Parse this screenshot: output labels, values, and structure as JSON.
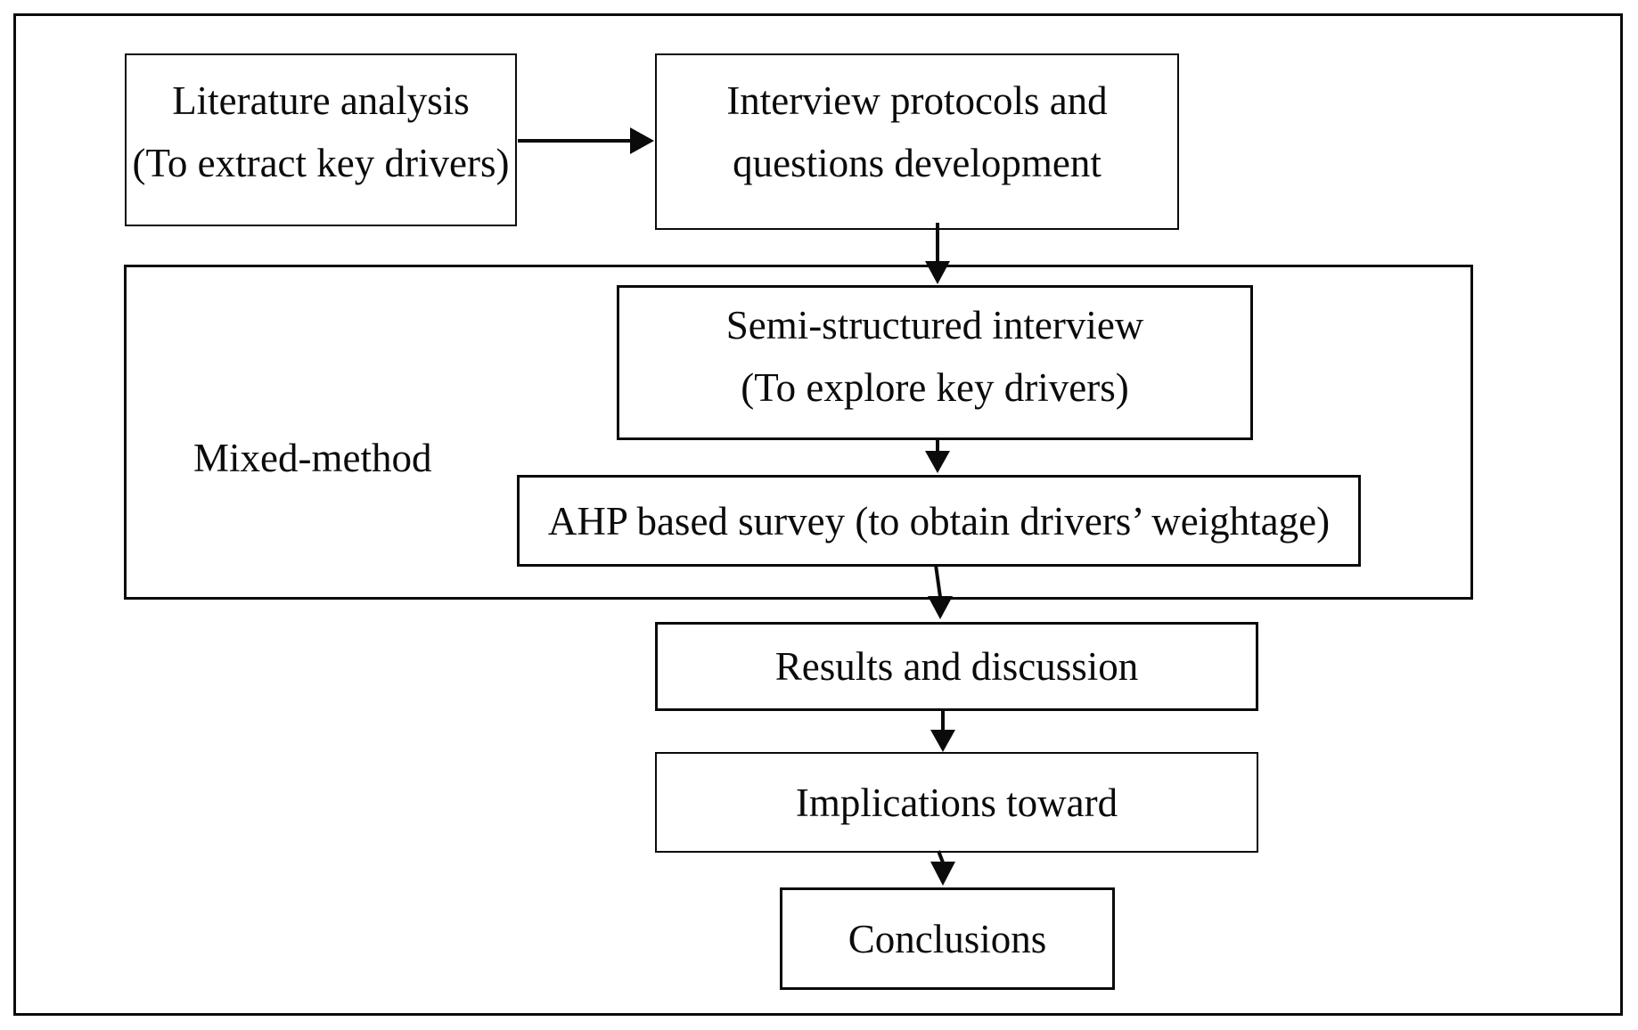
{
  "diagram": {
    "background_color": "#ffffff",
    "line_color": "#0b0b0b",
    "container_label": "Mixed-method",
    "boxes": {
      "literature": {
        "line1": "Literature analysis",
        "line2": "(To extract key drivers)"
      },
      "interview": {
        "line1": "Interview protocols and",
        "line2": "questions development"
      },
      "semi": {
        "line1": "Semi-structured interview",
        "line2": "(To explore key drivers)"
      },
      "ahp": {
        "label": "AHP based survey (to obtain drivers’ weightage)"
      },
      "results": {
        "label": "Results and discussion"
      },
      "implications": {
        "label": "Implications toward"
      },
      "conclusions": {
        "label": "Conclusions"
      }
    },
    "edges": [
      {
        "from": "literature",
        "to": "interview"
      },
      {
        "from": "interview",
        "to": "semi"
      },
      {
        "from": "semi",
        "to": "ahp"
      },
      {
        "from": "ahp",
        "to": "results"
      },
      {
        "from": "results",
        "to": "implications"
      },
      {
        "from": "implications",
        "to": "conclusions"
      }
    ]
  }
}
